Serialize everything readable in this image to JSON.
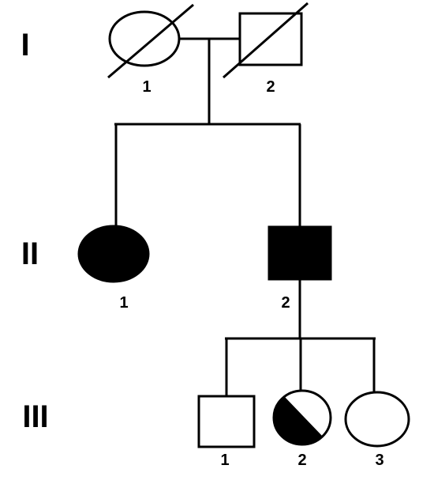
{
  "generations": [
    {
      "label": "I",
      "individuals": [
        {
          "number": "1",
          "sex": "female",
          "deceased": true,
          "affected": "none"
        },
        {
          "number": "2",
          "sex": "male",
          "deceased": true,
          "affected": "none"
        }
      ]
    },
    {
      "label": "II",
      "individuals": [
        {
          "number": "1",
          "sex": "female",
          "deceased": false,
          "affected": "full"
        },
        {
          "number": "2",
          "sex": "male",
          "deceased": false,
          "affected": "full"
        }
      ]
    },
    {
      "label": "III",
      "individuals": [
        {
          "number": "1",
          "sex": "male",
          "deceased": false,
          "affected": "none"
        },
        {
          "number": "2",
          "sex": "female",
          "deceased": false,
          "affected": "partial"
        },
        {
          "number": "3",
          "sex": "female",
          "deceased": false,
          "affected": "none"
        }
      ]
    }
  ],
  "colors": {
    "line": "#000000",
    "affected_fill": "#000000",
    "unaffected_fill": "#ffffff"
  }
}
